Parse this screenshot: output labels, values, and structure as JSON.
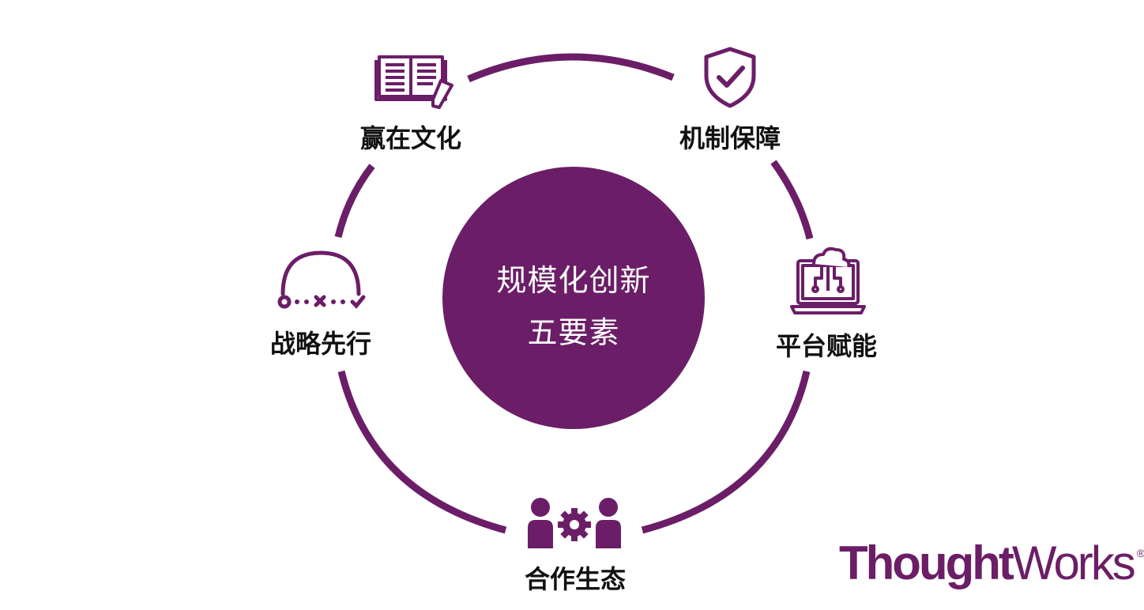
{
  "colors": {
    "primary": "#6b1e67",
    "text": "#111111",
    "background": "#ffffff"
  },
  "center": {
    "line1": "规模化创新",
    "line2": "五要素"
  },
  "elements": [
    {
      "label": "赢在文化",
      "icon": "open-book-pencil-icon"
    },
    {
      "label": "机制保障",
      "icon": "shield-check-icon"
    },
    {
      "label": "平台赋能",
      "icon": "laptop-cloud-icon"
    },
    {
      "label": "合作生态",
      "icon": "people-gear-icon"
    },
    {
      "label": "战略先行",
      "icon": "strategy-path-icon"
    }
  ],
  "logo": {
    "part1": "Thought",
    "part2": "Works",
    "mark": "®"
  }
}
